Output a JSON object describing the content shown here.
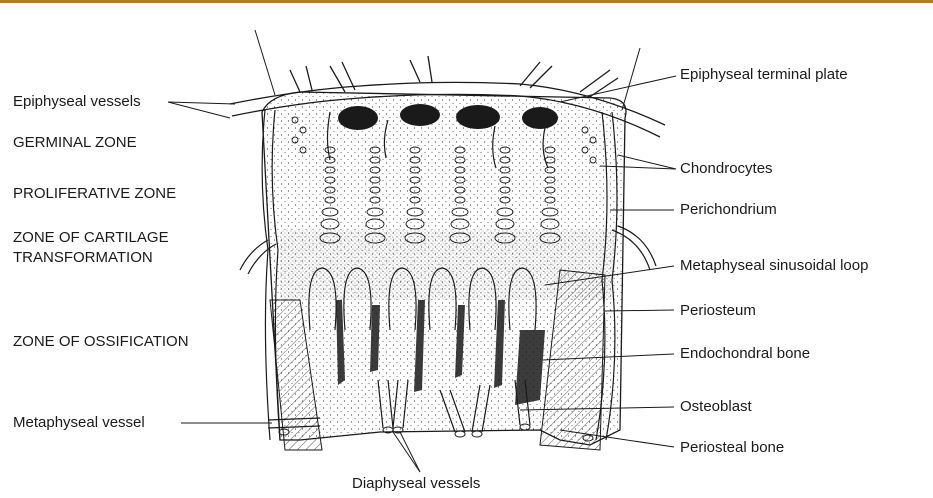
{
  "accent_color": "#b07a2a",
  "labels": {
    "left": {
      "epiphyseal_vessels": "Epiphyseal vessels",
      "germinal_zone": "GERMINAL ZONE",
      "proliferative_zone": "PROLIFERATIVE ZONE",
      "zone_of_cartilage_1": "ZONE OF CARTILAGE",
      "zone_of_cartilage_2": "TRANSFORMATION",
      "zone_of_ossification": "ZONE OF OSSIFICATION",
      "metaphyseal_vessel": "Metaphyseal vessel"
    },
    "right": {
      "epiphyseal_terminal_plate": "Epiphyseal terminal plate",
      "chondrocytes": "Chondrocytes",
      "perichondrium": "Perichondrium",
      "metaphyseal_sinusoidal_loop": "Metaphyseal sinusoidal loop",
      "periosteum": "Periosteum",
      "endochondral_bone": "Endochondral bone",
      "osteoblast": "Osteoblast",
      "periosteal_bone": "Periosteal bone"
    },
    "bottom": {
      "diaphyseal_vessels": "Diaphyseal vessels"
    }
  }
}
